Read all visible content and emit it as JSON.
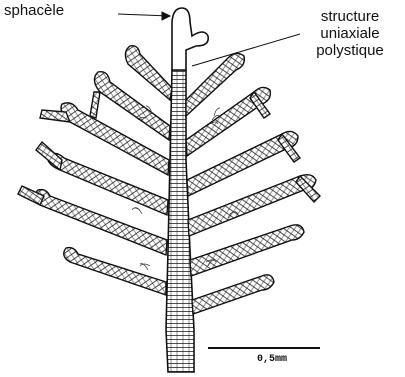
{
  "labels": {
    "apical_cell": "sphacèle",
    "structure_line1": "structure",
    "structure_line2": "uniaxiale",
    "structure_line3": "polystique"
  },
  "scale_bar": {
    "label": "0,5mm"
  },
  "colors": {
    "ink": "#111111",
    "fill": "#ffffff"
  }
}
